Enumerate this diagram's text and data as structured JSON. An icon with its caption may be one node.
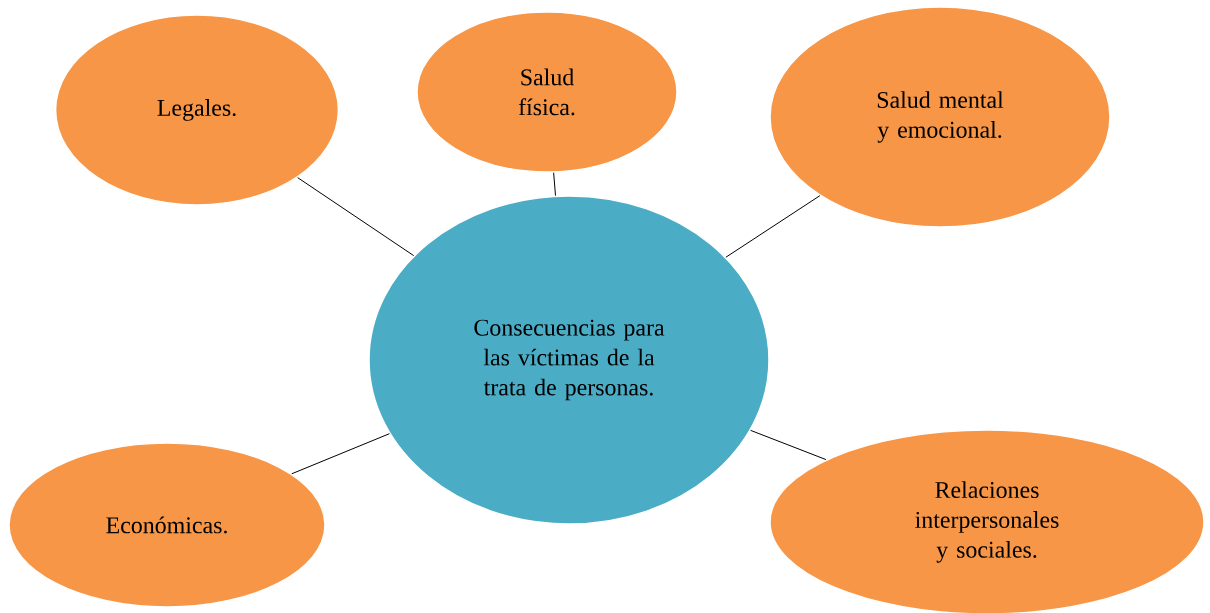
{
  "diagram": {
    "nodes": [
      {
        "text": [
          "Consecuencias para las víctimas de la trata de personas."
        ]
      },
      {
        "text": [
          "Legales."
        ]
      },
      {
        "text": [
          "Salud física."
        ]
      },
      {
        "text": [
          "Salud mental y emocional."
        ]
      },
      {
        "text": [
          "Económicas."
        ]
      },
      {
        "text": [
          "Relaciones interpersonales y sociales."
        ]
      }
    ],
    "edges": [
      {
        "from": 0,
        "to": 1,
        "arrow": "none"
      },
      {
        "from": 0,
        "to": 2,
        "arrow": "none"
      },
      {
        "from": 0,
        "to": 3,
        "arrow": "none"
      },
      {
        "from": 0,
        "to": 4,
        "arrow": "none"
      },
      {
        "from": 0,
        "to": 5,
        "arrow": "none"
      }
    ]
  }
}
